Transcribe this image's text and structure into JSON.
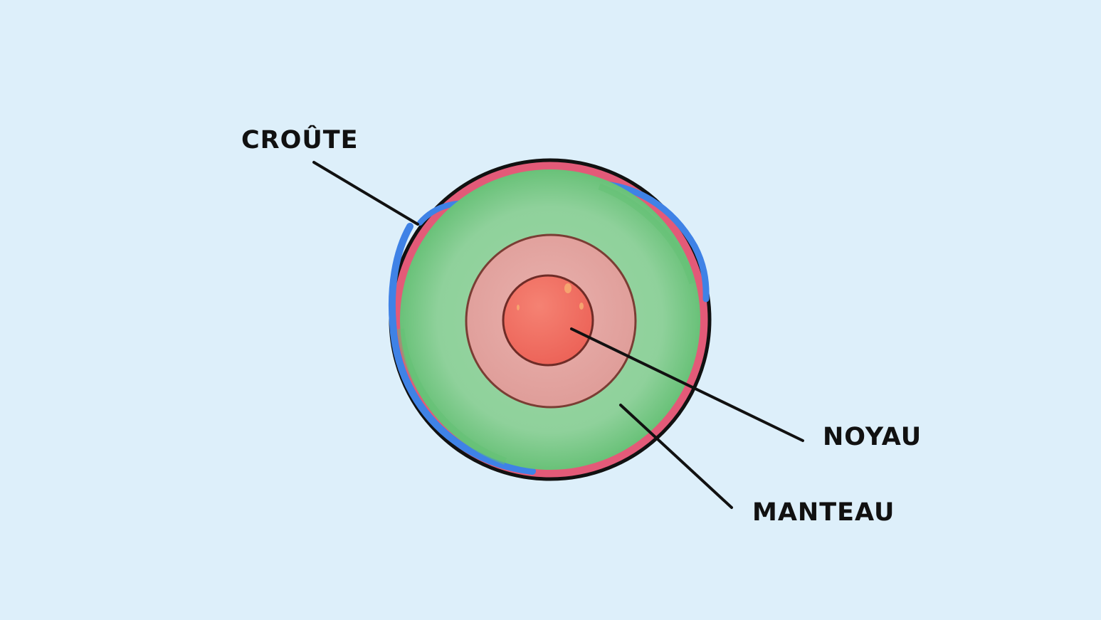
{
  "diagram": {
    "labels": {
      "crust": "CROÛTE",
      "core": "NOYAU",
      "mantle": "MANTEAU"
    },
    "colors": {
      "background": "#ddeffa",
      "outline": "#111111",
      "mantle": "#8fd19b",
      "mantle_shade": "#5fbf72",
      "outer_core": "#e4a7a3",
      "inner_core": "#ef6f62",
      "crust_red": "#e35a78",
      "crust_blue": "#3f82e6"
    }
  }
}
